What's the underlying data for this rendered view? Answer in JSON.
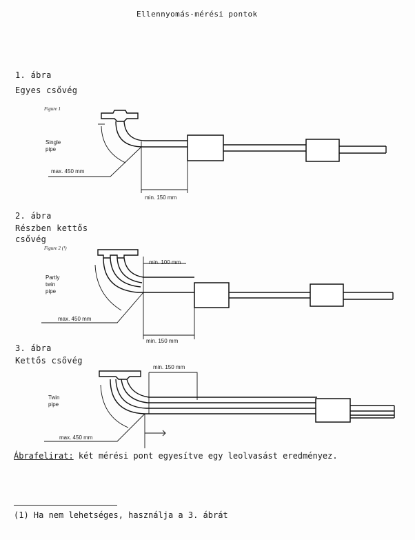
{
  "title": "Ellennyomás-mérési pontok",
  "figures": [
    {
      "number": "1. ábra",
      "name": "Egyes csővég",
      "figure_label": "Figure 1",
      "pipe_label_lines": [
        "Single",
        "pipe"
      ],
      "dim_vertical": "max. 450 mm",
      "dim_horizontal": "min. 150 mm"
    },
    {
      "number": "2. ábra",
      "name_lines": [
        "Részben kettős",
        "csővég"
      ],
      "figure_label": "Figure 2 (¹)",
      "pipe_label_lines": [
        "Partly",
        "twin",
        "pipe"
      ],
      "dim_top": "min. 100 mm",
      "dim_vertical": "max. 450 mm",
      "dim_horizontal": "min. 150 mm"
    },
    {
      "number": "3. ábra",
      "name": "Kettős csővég",
      "dim_top": "min. 150 mm",
      "pipe_label_lines": [
        "Twin",
        "pipe"
      ],
      "dim_vertical": "max. 450 mm"
    }
  ],
  "caption": {
    "label": "Ábrafelirat:",
    "text": " két mérési pont egyesítve egy leolvasást eredményez."
  },
  "footnote": "(1) Ha nem lehetséges, használja a 3. ábrát"
}
